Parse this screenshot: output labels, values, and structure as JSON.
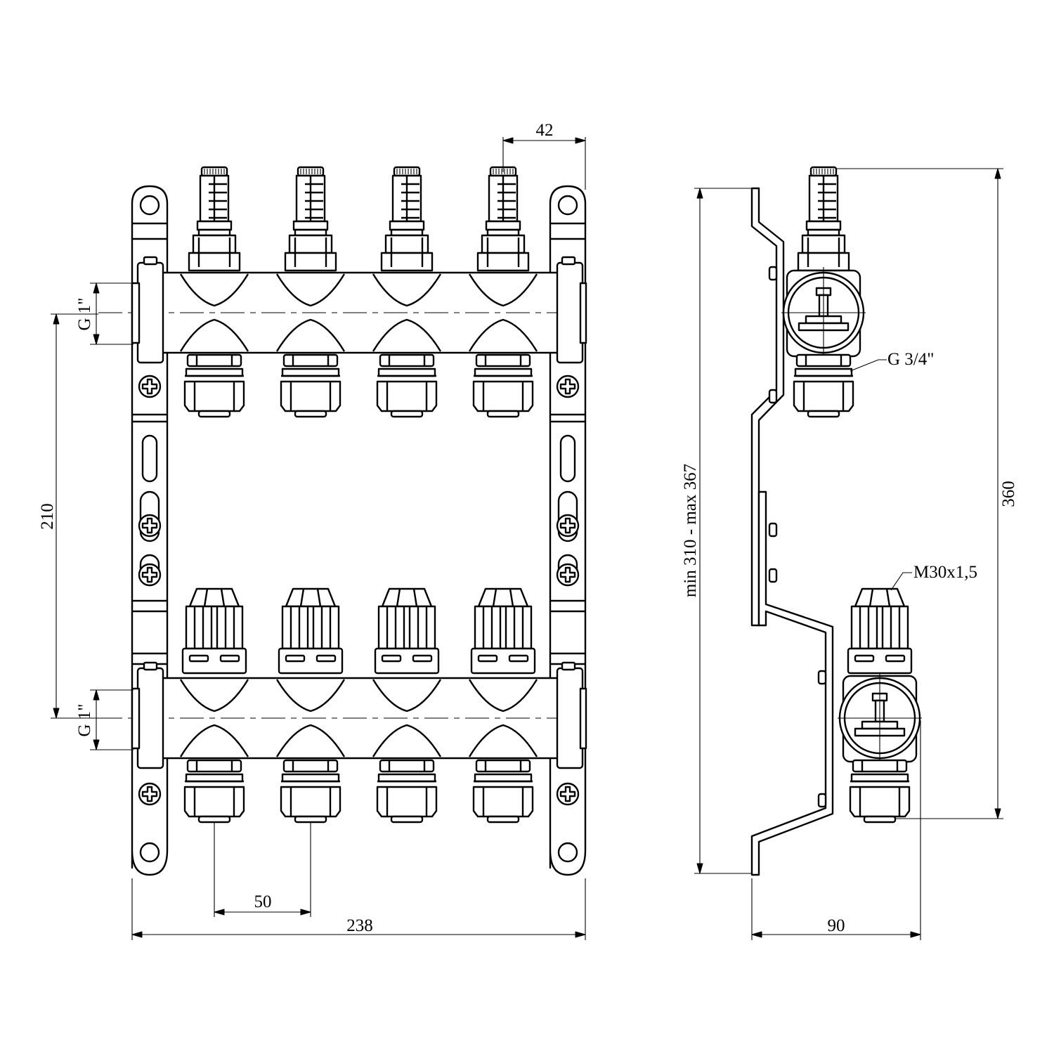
{
  "drawing": {
    "title": "Manifold with flow meters - 4 outlets",
    "front_view": {
      "outlet_count": 4,
      "dimensions": {
        "flowmeter_offset": "42",
        "top_inlet_thread": "G 1\"",
        "bar_spacing": "210",
        "bottom_inlet_thread": "G 1\"",
        "outlet_pitch": "50",
        "total_width": "238"
      }
    },
    "side_view": {
      "dimensions": {
        "bracket_height": "min 310 - max 367",
        "outlet_thread": "G 3/4\"",
        "valve_thread": "M30x1,5",
        "total_height": "360",
        "depth": "90"
      }
    },
    "colors": {
      "line": "#000000",
      "background": "#ffffff"
    }
  }
}
